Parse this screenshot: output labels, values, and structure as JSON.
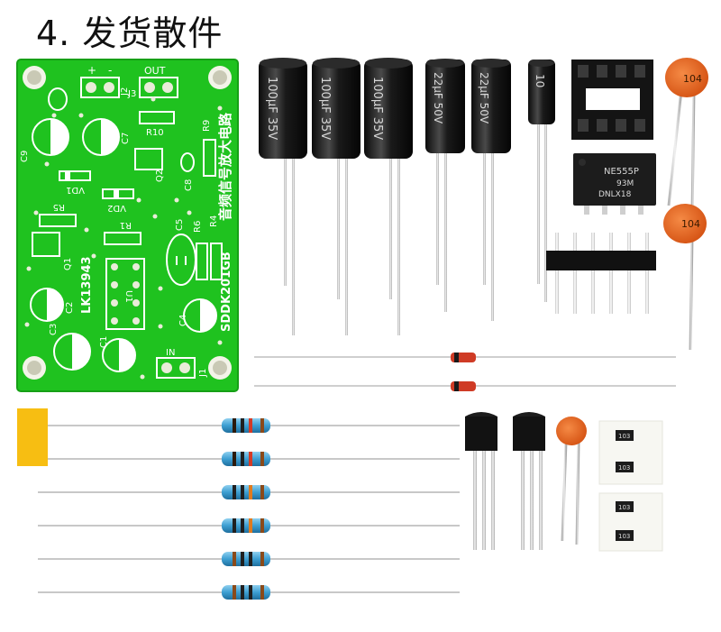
{
  "title": "4. 发货散件",
  "pcb": {
    "vertical_name": "音频信号放大电路",
    "model": "SDDK201GB",
    "code": "LK13943",
    "labels": {
      "c9": "C9",
      "c7": "C7",
      "c8": "C8",
      "c5": "C5",
      "c2": "C2",
      "c3": "C3",
      "c4": "C4",
      "c1": "C1",
      "r10": "R10",
      "r9": "R9",
      "r5": "R5",
      "r6": "R6",
      "r4": "R4",
      "r1": "R1",
      "q1": "Q1",
      "q2": "Q2",
      "u1": "U1",
      "vd1": "VD1",
      "vd2": "VD2",
      "j1": "J1",
      "j2": "J2",
      "j3": "J3",
      "in": "IN",
      "out": "OUT",
      "plus": "+",
      "minus": "-"
    }
  },
  "components": {
    "cap_100uf": "100μF 35V",
    "cap_22uf": "22μF 50V",
    "cap_10uf": "10",
    "ceramic_104": "104",
    "ic_part": "NE555P",
    "ic_code_1": "93M",
    "ic_code_2": "DNLX18",
    "smd_code": "103"
  },
  "colors": {
    "pcb_green": "#1fc21f",
    "resistor_blue": "#4aa7d6",
    "ceramic_orange": "#e8621c",
    "tape_yellow": "#f7be12"
  }
}
